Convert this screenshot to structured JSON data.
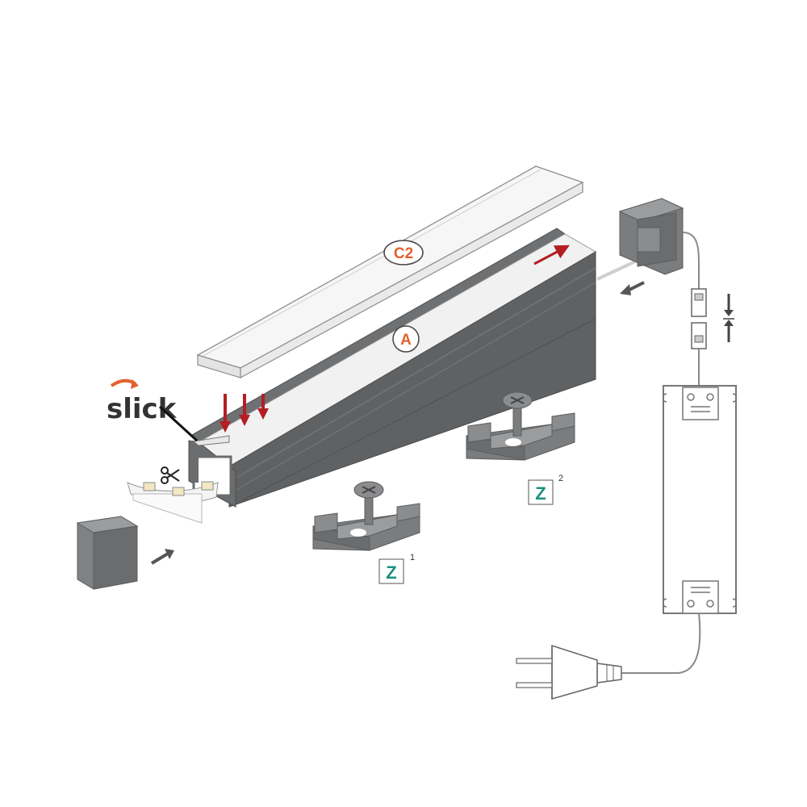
{
  "diagram": {
    "brand": {
      "text": "slick",
      "color": "#333333",
      "accent": "#e2622f"
    },
    "labels": {
      "cover": "C2",
      "profile": "A",
      "clip_primary": "Z",
      "clip_primary_index": "1",
      "clip_secondary": "Z",
      "clip_secondary_index": "2"
    },
    "colors": {
      "callout": "#e2622f",
      "clip_label": "#1d8f7f",
      "profile_dark": "#5a5c5e",
      "profile_mid": "#6e7072",
      "profile_light": "#8a8c8e",
      "arrow_red": "#b31e23",
      "arrow_grey": "#555555",
      "line_grey": "#8a8a8a"
    },
    "icons": [
      "aluminium-profile-icon",
      "diffuser-cover-icon",
      "led-strip-icon",
      "scissors-icon",
      "end-cap-icon",
      "mounting-clip-icon",
      "screw-icon",
      "power-supply-icon",
      "connector-icon",
      "mains-plug-icon"
    ]
  }
}
